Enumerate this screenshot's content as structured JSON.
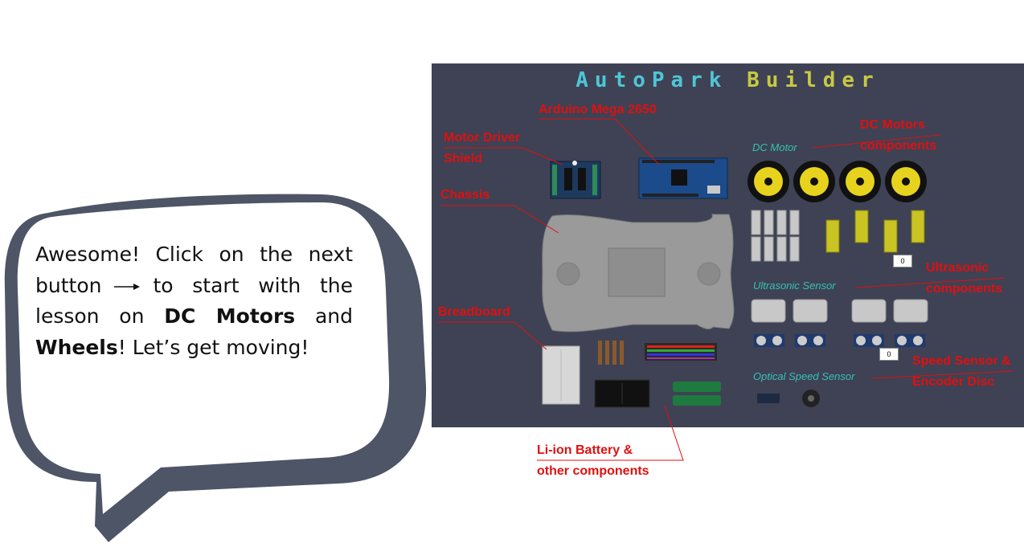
{
  "bubble": {
    "text_part1": "Awesome! Click on the next button",
    "text_part2": "to start with the lesson on",
    "bold1": "DC Motors",
    "text_part3": "and",
    "bold2": "Wheels",
    "text_part4": "! Let’s get moving!",
    "colors": {
      "border": "#4d5566",
      "fill": "#ffffff"
    }
  },
  "panel": {
    "title_part1": "AutoPark",
    "title_part2": "Builder",
    "categories": {
      "dc_motor": "DC Motor",
      "ultrasonic": "Ultrasonic Sensor",
      "optical": "Optical Speed Sensor"
    },
    "counters": {
      "motors": "0",
      "ultrasonic": "0"
    },
    "background": "#3e4254"
  },
  "annotations": {
    "arduino": "Arduino Mega 2650",
    "motor_driver_line1": "Motor Driver",
    "motor_driver_line2": "Shield",
    "chassis": "Chassis",
    "breadboard": "Breadboard",
    "dc_motors_line1": "DC Motors",
    "dc_motors_line2": "components",
    "ultrasonic_line1": "Ultrasonic",
    "ultrasonic_line2": "components",
    "speed_line1": "Speed Sensor &",
    "speed_line2": "Encoder Disc",
    "battery_line1": "Li-ion Battery &",
    "battery_line2": "other components",
    "color": "#e01010"
  }
}
